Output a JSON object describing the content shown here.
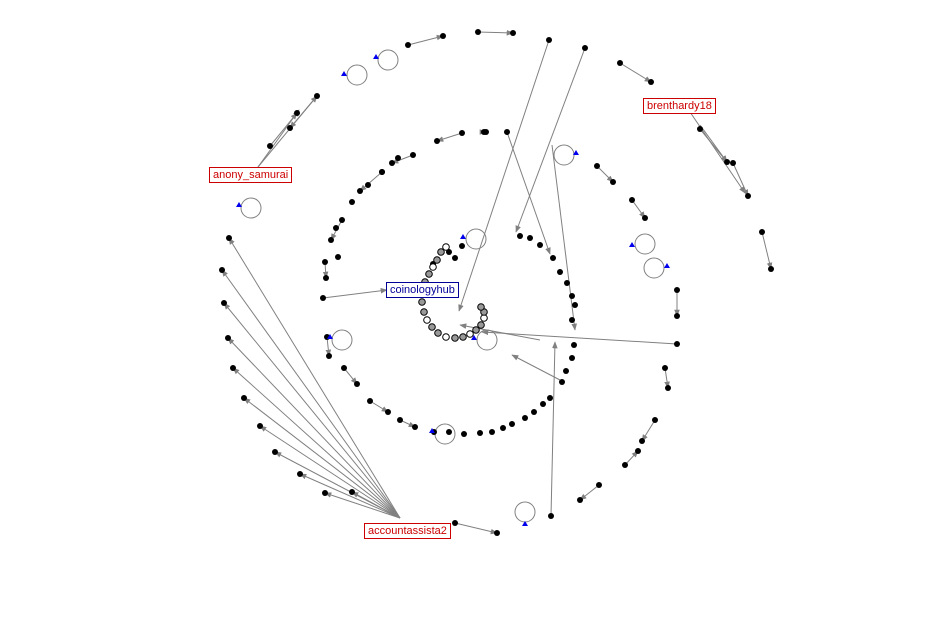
{
  "colors": {
    "edge": "#808080",
    "node": "#000000",
    "highlight_label": "#cc0000",
    "center_label": "#000099",
    "self_loop_marker": "#0000ee"
  },
  "labels": {
    "brenthardy": "brenthardy18",
    "anony": "anony_samurai",
    "coinology": "coinologyhub",
    "accountassista": "accountassista2"
  }
}
